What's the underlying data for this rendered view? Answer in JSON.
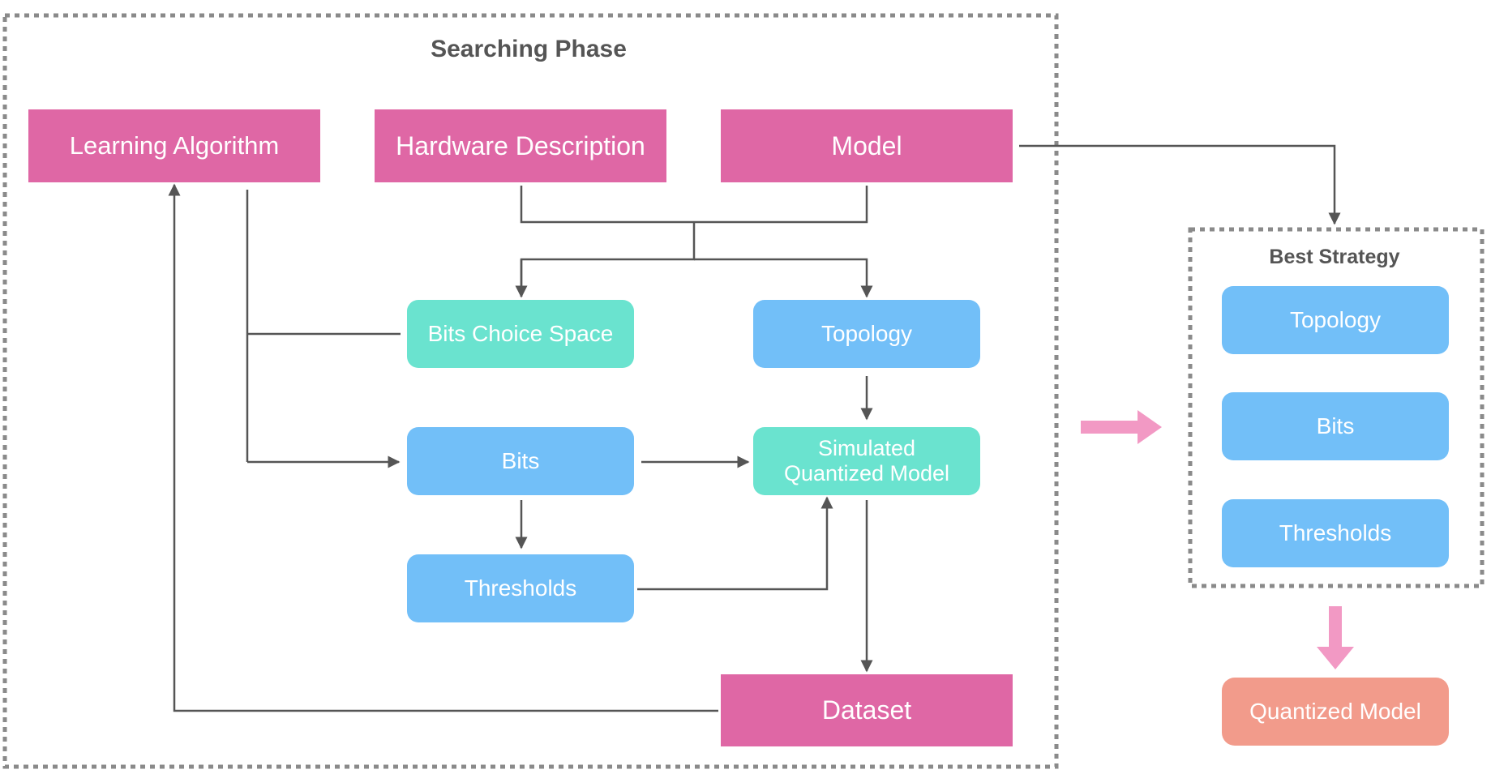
{
  "searching_phase": {
    "title": "Searching Phase",
    "inputs": {
      "learning_algorithm": "Learning Algorithm",
      "hardware_description": "Hardware Description",
      "model": "Model",
      "dataset": "Dataset"
    },
    "bits_choice_space": "Bits Choice Space",
    "topology": "Topology",
    "bits": "Bits",
    "simulated_quantized_model": "Simulated\nQuantized Model",
    "thresholds": "Thresholds"
  },
  "best_strategy": {
    "title": "Best Strategy",
    "items": [
      "Topology",
      "Bits",
      "Thresholds"
    ]
  },
  "output": "Quantized Model",
  "colors": {
    "input_box": "#df67a5",
    "variable_box": "#72bff8",
    "model_box": "#6ae3cf",
    "output_box": "#f29b8b",
    "flow_arrow": "#f299c4",
    "line": "#555555",
    "dashed_border": "#8a8a8a"
  }
}
